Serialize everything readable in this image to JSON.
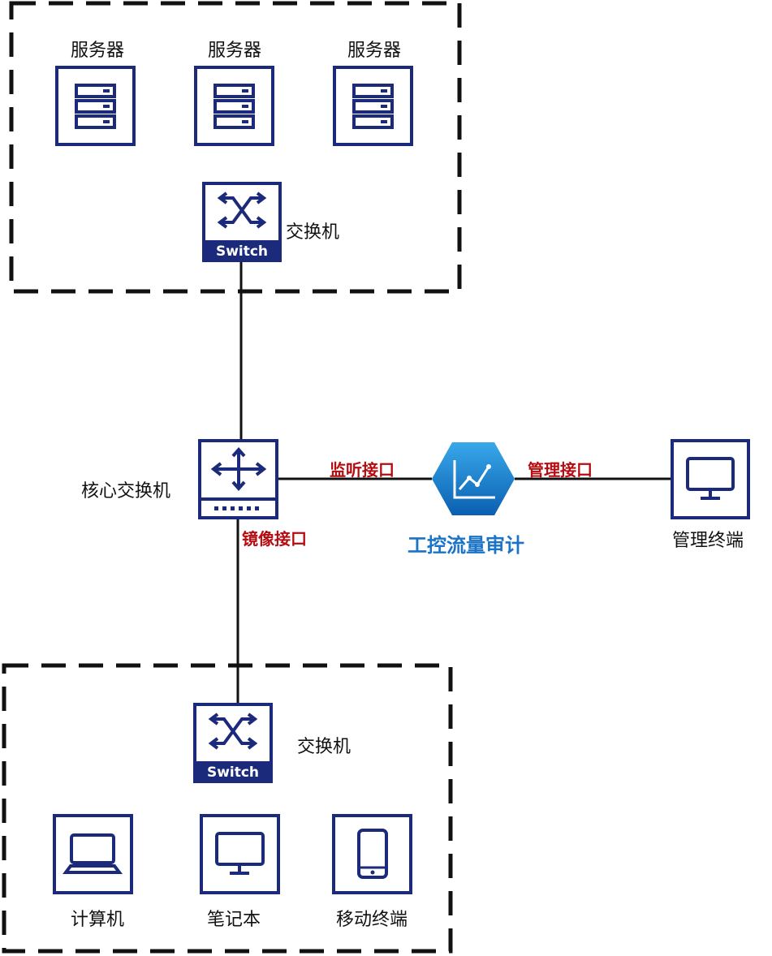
{
  "top_group": {
    "servers": [
      {
        "label": "服务器",
        "icon": "server-icon"
      },
      {
        "label": "服务器",
        "icon": "server-icon"
      },
      {
        "label": "服务器",
        "icon": "server-icon"
      }
    ],
    "switch": {
      "label": "交换机",
      "badge": "Switch",
      "icon": "switch-icon"
    }
  },
  "core": {
    "label": "核心交换机",
    "icon": "router-icon",
    "mirror_port_label": "镜像接口"
  },
  "audit": {
    "label": "工控流量审计",
    "icon": "trend-chart-hexagon-icon",
    "listen_port_label": "监听接口",
    "manage_port_label": "管理接口"
  },
  "management_terminal": {
    "label": "管理终端",
    "icon": "monitor-icon"
  },
  "bottom_group": {
    "switch": {
      "label": "交换机",
      "badge": "Switch",
      "icon": "switch-icon"
    },
    "devices": [
      {
        "label": "计算机",
        "icon": "laptop-icon"
      },
      {
        "label": "笔记本",
        "icon": "monitor-icon"
      },
      {
        "label": "移动终端",
        "icon": "tablet-icon"
      }
    ]
  },
  "colors": {
    "icon_navy": "#1b2a7a",
    "port_label_red": "#b40c10",
    "audit_blue": "#1a73c6",
    "line": "#111111"
  }
}
